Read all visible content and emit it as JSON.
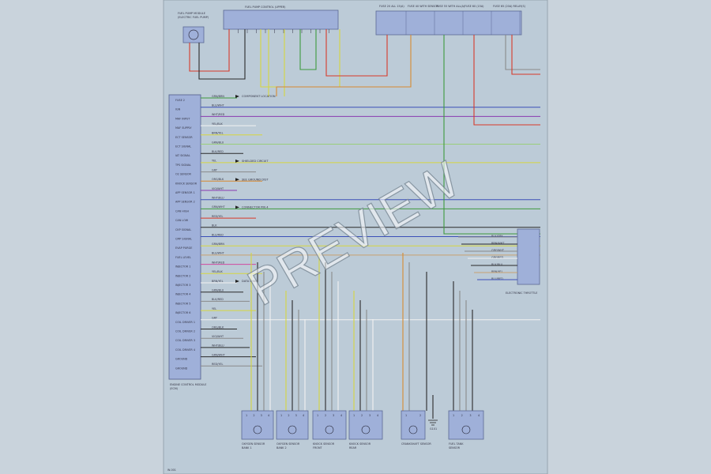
{
  "colors": {
    "page_bg": "#c9d3dc",
    "sheet_bg": "#bccbd7",
    "box_fill": "#9fb0d9",
    "box_stroke": "#5a6894",
    "wire_red": "#d83a2a",
    "wire_green": "#3e9a3e",
    "wire_yellow": "#d6d640",
    "wire_black": "#2a2a2a",
    "wire_blue": "#3b4fb8",
    "wire_purple": "#8a3ab0",
    "wire_orange": "#d88a30",
    "wire_gray": "#8a8a8a",
    "wire_white": "#f2f2f2",
    "wire_pink": "#d04aa0",
    "wire_lightgreen": "#9acf7a",
    "wire_tan": "#c8a070"
  },
  "watermark": "PREVIEW",
  "top_connector_label": "FUEL PUMP CONTROL (UPPER)",
  "pump_label_lines": [
    "FUEL PUMP MODULE",
    "(ELECTRIC FUEL PUMP)"
  ],
  "top_right_cells": [
    "FUSE 20 ALL 15(A)",
    "FUSE 40 WITH SENSOR",
    "FUSE 55 WITH ALL(A)",
    "FUSE 60 (15A)",
    "FUSE 65 (20A) RELAY(S)"
  ],
  "left_module_pins": [
    "FUSE 2",
    "IGN",
    "MAF INPUT",
    "MAF SUPPLY",
    "ECT SENSOR",
    "ECT SIGNAL",
    "IAT SIGNAL",
    "TPS SIGNAL",
    "O2 SENSOR",
    "KNOCK SENSOR",
    "APP SENSOR 1",
    "APP SENSOR 2",
    "CAN HIGH",
    "CAN LOW",
    "CKP SIGNAL",
    "CMP SIGNAL",
    "EVAP PURGE",
    "FUEL LEVEL",
    "INJECTOR 1",
    "INJECTOR 2",
    "INJECTOR 3",
    "INJECTOR 4",
    "INJECTOR 5",
    "INJECTOR 6",
    "COIL DRIVER 1",
    "COIL DRIVER 2",
    "COIL DRIVER 3",
    "COIL DRIVER 4",
    "GROUND",
    "GROUND"
  ],
  "left_module_caption": [
    "ENGINE CONTROL MODULE",
    "(ECM)"
  ],
  "wire_labels": [
    "GRN/BRN",
    "BLU/WHT",
    "WHT/RED",
    "YEL/BLK",
    "BRN/YEL",
    "GRN/BLU",
    "BLK/RED",
    "YEL",
    "GRY",
    "ORG/BLK",
    "VIO/WHT",
    "WHT/BLU",
    "GRN/WHT",
    "RED/YEL",
    "BLK",
    "BLU/RED"
  ],
  "mid_notes": [
    "COMPONENT LOCATION",
    "SHIELDED CIRCUIT",
    "SEE GROUND DIST",
    "CONNECTOR PIN 4",
    "DATA LINK"
  ],
  "right_box_label": "ELECTRONIC THROTTLE",
  "right_pin_labels": [
    "BLK/GRY",
    "BRN/WHT",
    "GRY/WHT",
    "GRY/RED",
    "BLK/BLU",
    "BRN/YEL",
    "BLU/RED"
  ],
  "bottom_components": [
    {
      "name": "OXYGEN SENSOR BANK 1",
      "pins": [
        "1",
        "2",
        "3",
        "4"
      ]
    },
    {
      "name": "OXYGEN SENSOR BANK 2",
      "pins": [
        "1",
        "2",
        "3",
        "4"
      ]
    },
    {
      "name": "KNOCK SENSOR FRONT",
      "pins": [
        "1",
        "2",
        "3",
        "4"
      ]
    },
    {
      "name": "KNOCK SENSOR REAR",
      "pins": [
        "1",
        "2",
        "3",
        "4"
      ]
    },
    {
      "name": "CRANKSHAFT SENSOR",
      "pins": [
        "1",
        "2"
      ]
    },
    {
      "name": "FUEL TANK SENSOR",
      "pins": [
        "1",
        "2",
        "3",
        "4"
      ]
    }
  ],
  "ground_label": "G101",
  "footer_code": "W-001"
}
